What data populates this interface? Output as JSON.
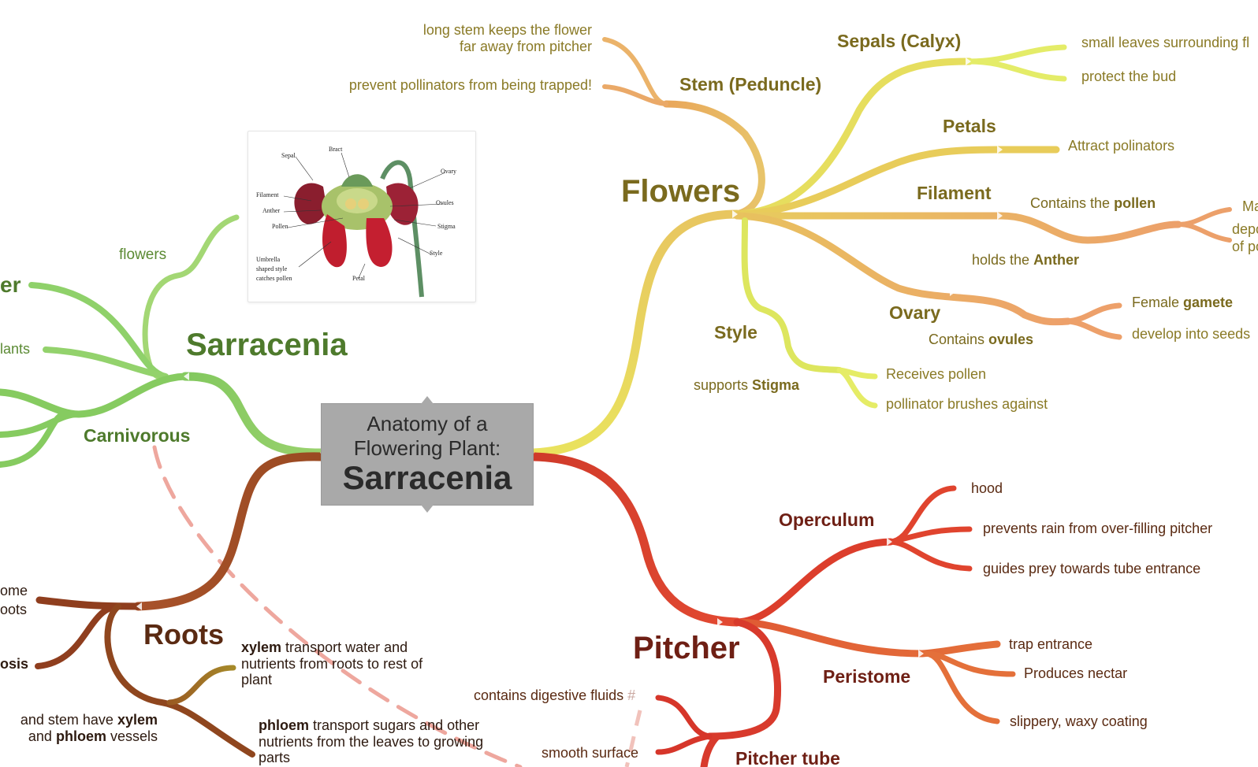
{
  "central": {
    "subtitle_line1": "Anatomy of a",
    "subtitle_line2": "Flowering Plant:",
    "title": "Sarracenia"
  },
  "colors": {
    "flowers": "#e7c95a",
    "sepals": "#e3e65f",
    "pitcher": "#d63a2a",
    "peristome": "#df6a3a",
    "roots": "#8f4a22",
    "sarracenia": "#8fd16a",
    "carnivorous_link": "#ec9e95"
  },
  "flowers": {
    "label": "Flowers",
    "stem": {
      "label": "Stem (Peduncle)",
      "note1_line1": "long stem keeps the flower",
      "note1_line2": "far away from pitcher",
      "note2": "prevent pollinators from being trapped!"
    },
    "sepals": {
      "label": "Sepals (Calyx)",
      "note1": "small leaves surrounding fl",
      "note2": "protect the bud"
    },
    "petals": {
      "label": "Petals",
      "note": "Attract polinators"
    },
    "filament": {
      "label": "Filament",
      "contains_prefix": "Contains the ",
      "contains_bold": "pollen",
      "holds_prefix": "holds the ",
      "holds_bold": "Anther",
      "right_ma": "Ma",
      "right_dep": "depo",
      "right_of": "of po"
    },
    "ovary": {
      "label": "Ovary",
      "contains_prefix": "Contains ",
      "contains_bold": "ovules",
      "female_prefix": "Female ",
      "female_bold": "gamete",
      "develop": "develop into seeds"
    },
    "style": {
      "label": "Style",
      "supports_prefix": "supports ",
      "supports_bold": "Stigma",
      "receives": "Receives pollen",
      "brushes": "pollinator brushes against"
    }
  },
  "pitcher": {
    "label": "Pitcher",
    "operculum": {
      "label": "Operculum",
      "hood": "hood",
      "rain": "prevents rain from over-filling pitcher",
      "guides": "guides prey towards tube entrance"
    },
    "peristome": {
      "label": "Peristome",
      "trap": "trap entrance",
      "nectar": "Produces nectar",
      "slippery": "slippery, waxy coating"
    },
    "tube": {
      "label": "Pitcher tube",
      "digestive": "contains digestive fluids",
      "digestive_mark": "#",
      "smooth": "smooth surface"
    }
  },
  "sarracenia": {
    "label": "Sarracenia",
    "flowers": "flowers",
    "carnivorous": "Carnivorous",
    "cut_er": "er",
    "cut_lants": "lants"
  },
  "roots": {
    "label": "Roots",
    "cut_ome": "ome",
    "cut_oots": "oots",
    "cut_osis": "osis",
    "xylem_bold": "xylem",
    "xylem_line1": " transport water and",
    "xylem_line2": "nutrients from roots to rest of",
    "xylem_line3": "plant",
    "phloem_bold": "phloem",
    "phloem_line1": " transport sugars and other",
    "phloem_line2": "nutrients from the leaves to growing",
    "phloem_line3": "parts",
    "stem_prefix": "and stem have ",
    "stem_bold1": "xylem",
    "stem_mid": "and ",
    "stem_bold2": "phloem",
    "stem_suffix": " vessels"
  },
  "figure": {
    "bract": "Bract",
    "sepal": "Sepal",
    "ovary": "Ovary",
    "filament": "Filament",
    "anther": "Anther",
    "ovules": "Ovules",
    "pollen": "Pollen",
    "stigma": "Stigma",
    "style": "Style",
    "umbrella1": "Umbrella",
    "umbrella2": "shaped style",
    "umbrella3": "catches pollen",
    "petal": "Petal"
  }
}
